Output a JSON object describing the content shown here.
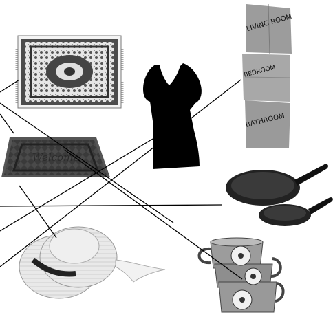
{
  "doormat": {
    "text": "Welcome"
  },
  "boxes": {
    "top": "LIVING ROOM",
    "middle": "BEDROOM",
    "bottom": "BATHROOM"
  },
  "colors": {
    "line": "#000000",
    "dress": "#000000",
    "hat": "#e4e4e4",
    "box": "#9a9a9a",
    "pan": "#2a2a2a"
  }
}
